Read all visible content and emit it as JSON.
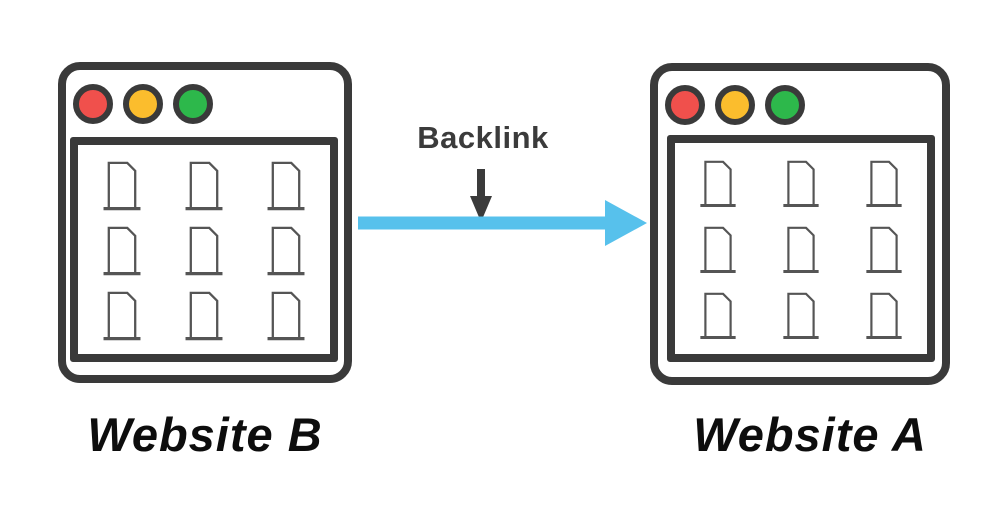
{
  "diagram": {
    "backlink_label": "Backlink",
    "left_window": {
      "title": "Website B"
    },
    "right_window": {
      "title": "Website A"
    },
    "icons": {
      "traffic_lights": [
        "red-dot-icon",
        "yellow-dot-icon",
        "green-dot-icon"
      ],
      "grid_item": "document-icon",
      "link": "right-arrow-icon",
      "pointer": "down-arrow-icon"
    },
    "colors": {
      "outline": "#3A3A3A",
      "icon_outline": "#555555",
      "arrow_blue": "#57C1EC",
      "arrow_dark": "#3B3B3B",
      "dot_red": "#F0504C",
      "dot_yellow": "#FBBD2D",
      "dot_green": "#2DB84B",
      "label_text": "#0D0D0D"
    }
  }
}
